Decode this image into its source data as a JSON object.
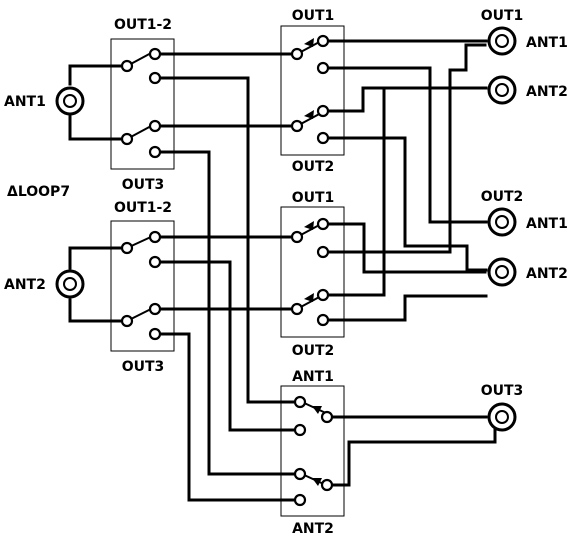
{
  "diagram": {
    "left_label": "ΔLOOP7",
    "switch_a": {
      "top_label": "OUT1-2",
      "bottom_label": "OUT3"
    },
    "switch_b": {
      "top_label": "OUT1-2",
      "bottom_label": "OUT3"
    },
    "switch_c": {
      "top_label": "OUT1",
      "bottom_label": "OUT2"
    },
    "switch_d": {
      "top_label": "OUT1",
      "bottom_label": "OUT2"
    },
    "switch_e": {
      "top_label": "ANT1",
      "bottom_label": "ANT2"
    },
    "input_connectors": [
      {
        "label": "ANT1"
      },
      {
        "label": "ANT2"
      }
    ],
    "output_groups": [
      {
        "title": "OUT1",
        "connectors": [
          {
            "label": "ANT1"
          },
          {
            "label": "ANT2"
          }
        ]
      },
      {
        "title": "OUT2",
        "connectors": [
          {
            "label": "ANT1"
          },
          {
            "label": "ANT2"
          }
        ]
      },
      {
        "title": "OUT3",
        "connectors": [
          {
            "label": ""
          }
        ]
      }
    ]
  }
}
